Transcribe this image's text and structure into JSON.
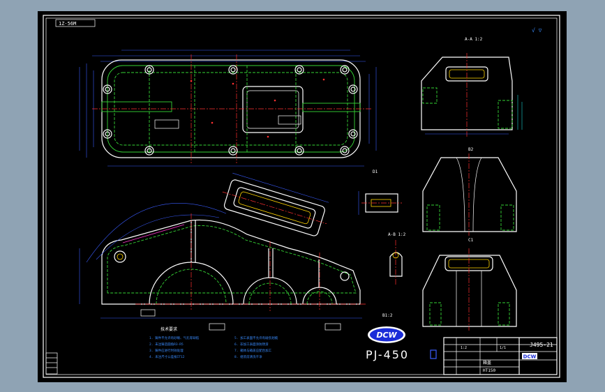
{
  "drawing": {
    "top_left_tag": "1Z-56M",
    "top_right_mark": "√ ▽",
    "section_label_a": "A-A 1:2",
    "section_label_b": "B2",
    "section_label_c": "C1",
    "detail_label_d": "D1",
    "detail_label_e": "A-B 1:2",
    "detail_label_f": "B1:2",
    "notes_title": "技术要求",
    "notes_left": [
      "1. 铸件不允许有砂眼、气孔等缺陷",
      "2. 未注铸造圆角R3-R5",
      "3. 铸件应进行时效处理",
      "4. 未注尺寸公差按IT12"
    ],
    "notes_right": [
      "5. 加工表面不允许有碰伤划痕",
      "6. 非加工表面涂防锈漆",
      "7. 箱体与箱盖应配合加工",
      "8. 组装前清洗干净"
    ],
    "logo_text": "DCW",
    "model": "PJ-450",
    "title_block": {
      "drawing_no": "J495-21",
      "part_name": "箱盖",
      "material": "HT150",
      "scale": "1:2",
      "sheet": "1/1",
      "logo": "DCW"
    }
  },
  "colors": {
    "background": "#000000",
    "frame": "#ffffff",
    "hidden": "#35d435",
    "dimension": "#3a5cff",
    "centerline": "#ff3030",
    "highlight": "#ffd400"
  }
}
